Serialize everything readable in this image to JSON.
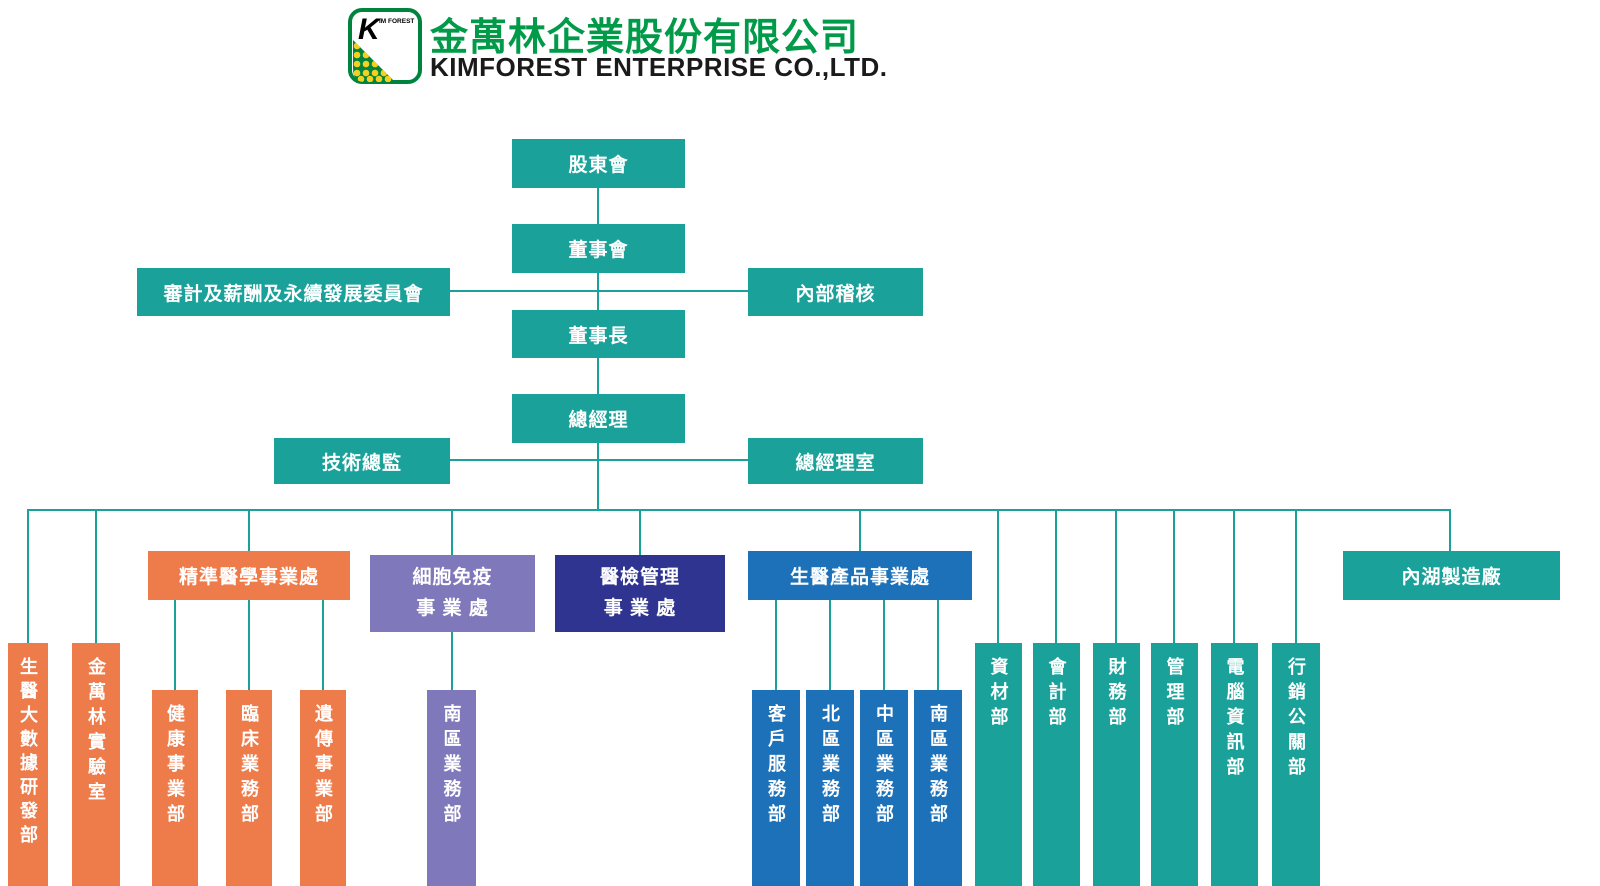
{
  "header": {
    "logo_letter": "K",
    "logo_brand": "IM FOREST",
    "company_zh": "金萬林企業股份有限公司",
    "company_en": "KIMFOREST ENTERPRISE CO.,LTD."
  },
  "colors": {
    "teal": "#1aa29a",
    "orange": "#ee7b4a",
    "purple": "#7f78ba",
    "navy": "#2e3490",
    "blue": "#1d71b8",
    "brand_green": "#00843d",
    "title_green": "#009a49"
  },
  "org": {
    "shareholders": "股東會",
    "board": "董事會",
    "audit_committee": "審計及薪酬及永續發展委員會",
    "internal_audit": "內部稽核",
    "chairman": "董事長",
    "president": "總經理",
    "tech_director": "技術總監",
    "president_office": "總經理室",
    "precision_division": "精準醫學事業處",
    "cell_division_line1": "細胞免疫",
    "cell_division_line2": "事 業 處",
    "medexam_division_line1": "醫檢管理",
    "medexam_division_line2": "事 業 處",
    "bioproducts_division": "生醫產品事業處",
    "neihu_factory": "內湖製造廠",
    "biomed_bigdata": "生醫大數據研發部",
    "kimforest_lab": "金萬林實驗室",
    "health_dept": "健康事業部",
    "clinical_dept": "臨床業務部",
    "genetics_dept": "遺傳事業部",
    "cell_south_dept": "南區業務部",
    "customer_service_dept": "客戶服務部",
    "north_sales_dept": "北區業務部",
    "central_sales_dept": "中區業務部",
    "south_sales_dept": "南區業務部",
    "materials_dept": "資材部",
    "accounting_dept": "會計部",
    "finance_dept": "財務部",
    "management_dept": "管理部",
    "it_dept": "電腦資訊部",
    "marketing_pr_dept": "行銷公關部"
  }
}
